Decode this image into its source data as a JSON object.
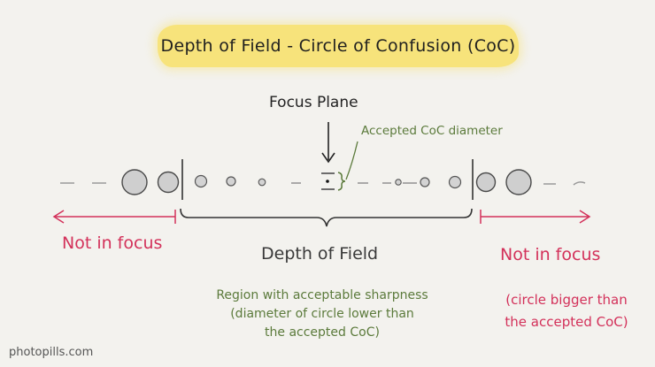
{
  "title": "Depth of Field - Circle of Confusion (CoC)",
  "labels": {
    "focus_plane": "Focus Plane",
    "accepted_coc": "Accepted CoC diameter",
    "not_in_focus_left": "Not in focus",
    "depth_of_field": "Depth of Field",
    "not_in_focus_right": "Not in focus"
  },
  "green_note": {
    "line1": "Region with acceptable sharpness",
    "line2": "(diameter of circle lower than",
    "line3": "the accepted CoC)"
  },
  "red_note": {
    "line1": "(circle bigger than",
    "line2": "the accepted CoC)"
  },
  "watermark": "photopills.com",
  "colors": {
    "highlight": "#f7e37b",
    "red": "#d3315a",
    "green": "#5b7a3b",
    "ink": "#3a3a3a",
    "circle_fill": "#cfcfcf"
  }
}
